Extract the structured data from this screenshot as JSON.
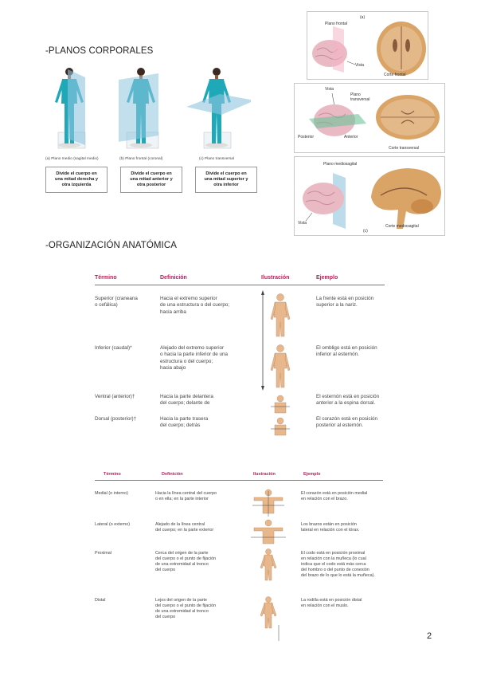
{
  "sections": {
    "planes_heading": "-PLANOS CORPORALES",
    "organization_heading": "-ORGANIZACIÓN ANATÓMICA"
  },
  "planes_figure": {
    "captions": [
      "(a) Plano medio (sagital medio)",
      "(b) Plano frontal (coronal)",
      "(c) Plano transversal"
    ],
    "descriptions": [
      "Divide el cuerpo en\nuna mitad derecha y\notra izquierda",
      "Divide el cuerpo en\nuna mitad anterior y\notra posterior",
      "Divide el cuerpo en\nuna mitad superior y\notra inferior"
    ]
  },
  "brain_figure": {
    "panel_a": {
      "letter": "(a)",
      "plane": "Plano frontal",
      "view": "Vista",
      "section": "Corte frontal"
    },
    "panel_b": {
      "view": "Vista",
      "plane": "Plano\ntransversal",
      "posterior": "Posterior",
      "anterior": "Anterior",
      "section": "Corte transversal"
    },
    "panel_c": {
      "plane": "Plano mediosagital",
      "view": "Vista",
      "letter": "(c)",
      "section": "Corte mediosagital"
    }
  },
  "table1": {
    "headers": [
      "Término",
      "Definición",
      "Ilustración",
      "Ejemplo"
    ],
    "rows": [
      {
        "term": "Superior (craneana\no cefálica)",
        "definition": "Hacia el extremo superior\nde una estructura o del cuerpo;\nhacia arriba",
        "example": "La frente está en posición\nsuperior a la nariz."
      },
      {
        "term": "Inferior (caudal)*",
        "definition": "Alejado del extremo superior\no hacia la parte inferior de una\nestructura o del cuerpo;\nhacia abajo",
        "example": "El ombligo está en posición\ninferior al esternón."
      },
      {
        "term": "Ventral (anterior)†",
        "definition": "Hacia la parte delantera\ndel cuerpo; delante de",
        "example": "El esternón está en posición\nanterior a la espina dorsal."
      },
      {
        "term": "Dorsal (posterior)†",
        "definition": "Hacia la parte trasera\ndel cuerpo; detrás",
        "example": "El corazón está en posición\nposterior al esternón."
      }
    ]
  },
  "table2": {
    "headers": [
      "Término",
      "Definición",
      "Ilustración",
      "Ejemplo"
    ],
    "rows": [
      {
        "term": "Medial (o interno)",
        "definition": "Hacia la línea central del cuerpo\no en ella; en la parte interior",
        "example": "El corazón está en posición medial\nen relación con el brazo."
      },
      {
        "term": "Lateral (o externo)",
        "definition": "Alejado de la línea central\ndel cuerpo; en la parte exterior",
        "example": "Los brazos están en posición\nlateral en relación con el tórax."
      },
      {
        "term": "Proximal",
        "definition": "Cerca del origen de la parte\ndel cuerpo o el punto de fijación\nde una extremidad al tronco\ndel cuerpo",
        "example": "El codo está en posición proximal\nen relación con la muñeca (lo cual\nindica que el codo está más cerca\ndel hombro o del punto de conexión\ndel brazo de lo que lo está la muñeca)."
      },
      {
        "term": "Distal",
        "definition": "Lejos del origen de la parte\ndel cuerpo o el punto de fijación\nde una extremidad al tronco\ndel cuerpo",
        "example": "La rodilla está en posición distal\nen relación con el muslo."
      }
    ]
  },
  "page_number": "2",
  "colors": {
    "accent": "#c2185b",
    "skin": "#e8b88c",
    "brain": "#e9b9c4",
    "brain_section": "#d9a466",
    "plane": "#8fc5df"
  }
}
